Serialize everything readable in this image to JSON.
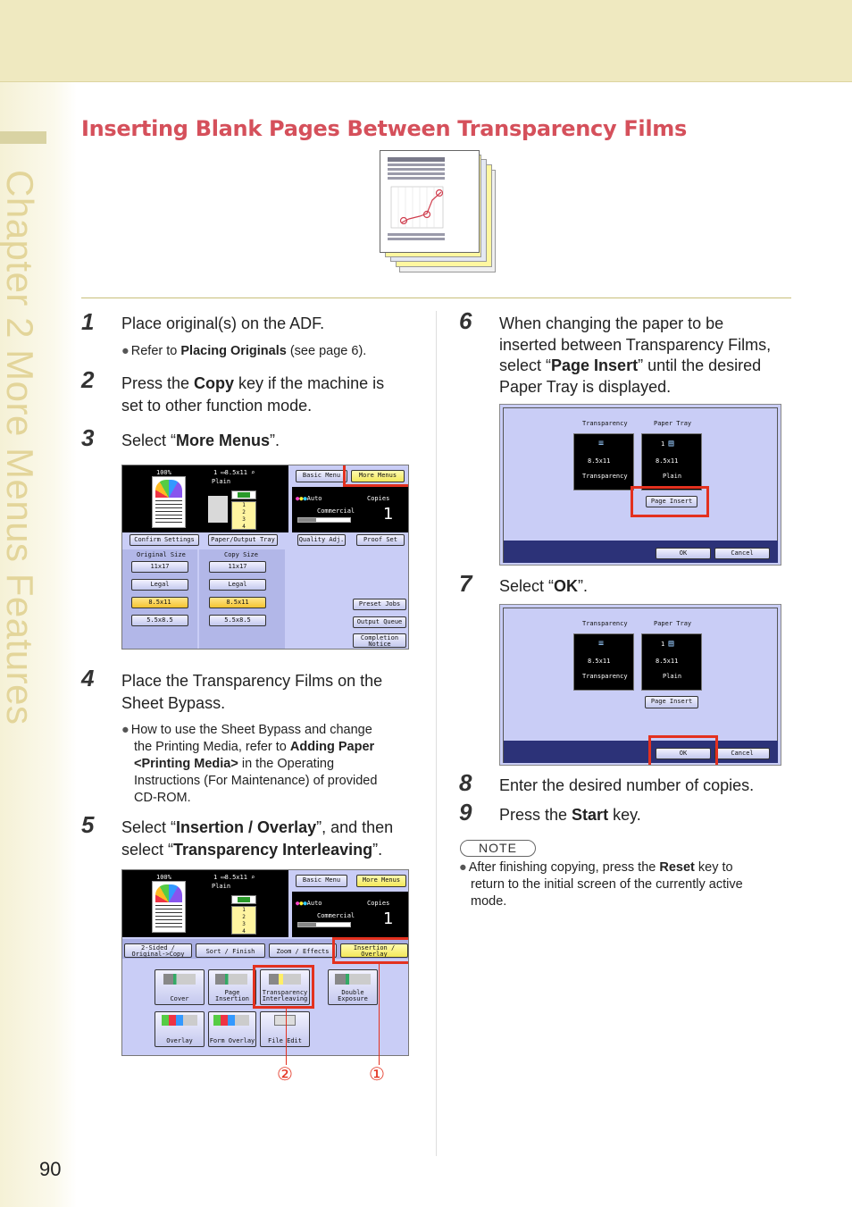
{
  "page": {
    "chapter_label": "Chapter 2  More Menus Features",
    "page_number": "90",
    "title": "Inserting Blank Pages Between Transparency Films"
  },
  "steps": [
    {
      "num": "1",
      "text_a": "Place original(s) on the ADF.",
      "bullet_a": "Refer to ",
      "bullet_b": "Placing Originals",
      "bullet_c": " (see page 6)."
    },
    {
      "num": "2",
      "text_a": "Press the ",
      "text_b": "Copy",
      "text_c": " key if the machine is",
      "text_d": "set to other function mode."
    },
    {
      "num": "3",
      "text_a": "Select “",
      "text_b": "More Menus",
      "text_c": "”."
    },
    {
      "num": "4",
      "text_a": "Place the Transparency Films on the",
      "text_b": "Sheet Bypass.",
      "bullet_1": "How to use the Sheet Bypass and change",
      "bullet_2": "the Printing Media, refer to ",
      "bullet_2b": "Adding Paper",
      "bullet_3": "<Printing Media>",
      "bullet_3b": " in the Operating",
      "bullet_4": "Instructions (For Maintenance) of provided",
      "bullet_5": "CD-ROM."
    },
    {
      "num": "5",
      "text_a": "Select “",
      "text_b": "Insertion / Overlay",
      "text_c": "”, and then",
      "text_d": "select “",
      "text_e": "Transparency Interleaving",
      "text_f": "”."
    },
    {
      "num": "6",
      "text_a": "When changing the paper to be",
      "text_b": "inserted between Transparency Films,",
      "text_c": "select “",
      "text_d": "Page Insert",
      "text_e": "” until the desired",
      "text_f": "Paper Tray is displayed."
    },
    {
      "num": "7",
      "text_a": "Select “",
      "text_b": "OK",
      "text_c": "”."
    },
    {
      "num": "8",
      "text_a": "Enter the desired number of copies."
    },
    {
      "num": "9",
      "text_a": "Press the ",
      "text_b": "Start",
      "text_c": " key."
    }
  ],
  "note": {
    "tag": "NOTE",
    "line1_a": "After finishing copying, press the ",
    "line1_b": "Reset",
    "line1_c": " key to",
    "line2": "return to the initial screen of the currently active",
    "line3": "mode."
  },
  "screen_main": {
    "zoom": "100%",
    "paper": "1",
    "paper_size": "8.5x11",
    "paper_type": "Plain",
    "tabs": [
      "Basic Menu",
      "More Menus"
    ],
    "auto": "Auto",
    "copies_label": "Copies",
    "copies_value": "1",
    "commercial": "Commercial",
    "buttons_row": [
      "Confirm Settings",
      "Paper/Output Tray",
      "Quality Adj.",
      "Proof Set"
    ],
    "original_size_label": "Original Size",
    "copy_size_label": "Copy Size",
    "sizes": [
      "11x17",
      "Legal",
      "8.5x11",
      "5.5x8.5"
    ],
    "tray_numbers": [
      "1",
      "2",
      "3",
      "4"
    ],
    "right_buttons": [
      "Preset Jobs",
      "Output Queue",
      "Completion Notice"
    ]
  },
  "screen_insert": {
    "function_tabs": [
      "2-Sided / Original->Copy",
      "Sort / Finish",
      "Zoom / Effects",
      "Insertion / Overlay"
    ],
    "functions": [
      "Cover",
      "Page Insertion",
      "Transparency Interleaving",
      "Double Exposure",
      "Overlay",
      "Form Overlay",
      "File Edit"
    ],
    "callouts": [
      "②",
      "①"
    ]
  },
  "screen_transparency": {
    "col1_label": "Transparency",
    "col2_label": "Paper Tray",
    "col1_size": "8.5x11",
    "col1_type": "Transparency",
    "col2_tray": "1",
    "col2_size": "8.5x11",
    "col2_type": "Plain",
    "page_insert": "Page Insert",
    "ok": "OK",
    "cancel": "Cancel"
  }
}
